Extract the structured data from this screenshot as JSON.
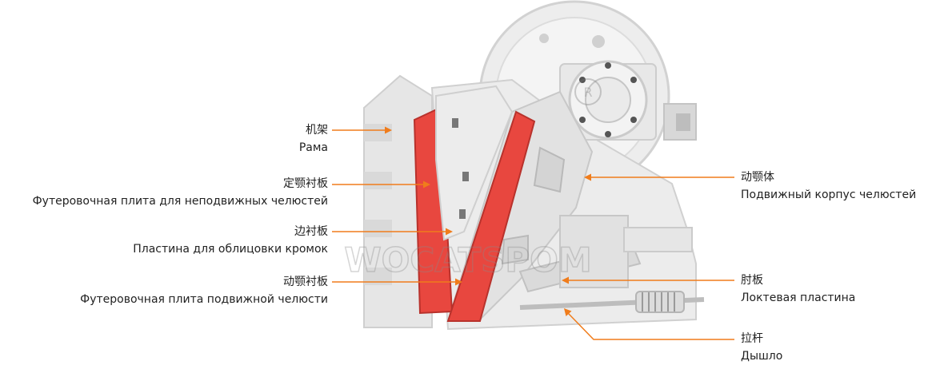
{
  "colors": {
    "leader": "#f07c1b",
    "liner": "#e8473f",
    "machine": "#e9e9e9",
    "machine_shadow": "#c9c9c9",
    "text": "#222222"
  },
  "watermark": "WOCATSPOM",
  "callouts": {
    "frame": {
      "zh": "机架",
      "ru": "Рама"
    },
    "fixed_jaw_plate": {
      "zh": "定颚衬板",
      "ru": "Футеровочная плита для неподвижных челюстей"
    },
    "side_plate": {
      "zh": "边衬板",
      "ru": "Пластина для облицовки кромок"
    },
    "movable_jaw_plate": {
      "zh": "动颚衬板",
      "ru": "Футеровочная плита подвижной челюсти"
    },
    "movable_jaw_body": {
      "zh": "动颚体",
      "ru": "Подвижный корпус челюстей"
    },
    "toggle_plate": {
      "zh": "肘板",
      "ru": "Локтевая пластина"
    },
    "tie_rod": {
      "zh": "拉杆",
      "ru": "Дышло"
    }
  }
}
